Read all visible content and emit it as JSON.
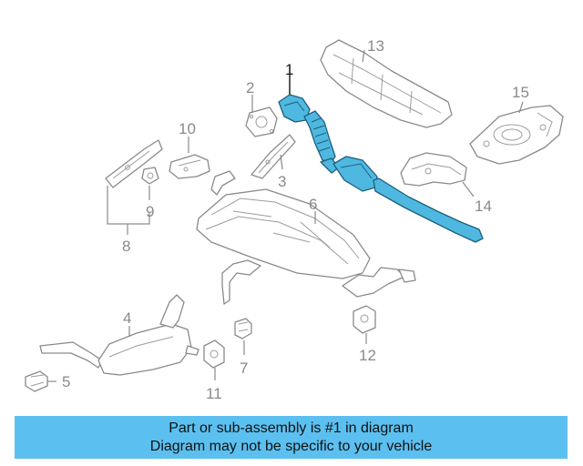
{
  "diagram": {
    "highlight_color": "#4fb8e0",
    "callouts": {
      "c1": "1",
      "c2": "2",
      "c3": "3",
      "c4": "4",
      "c5": "5",
      "c6": "6",
      "c7": "7",
      "c8": "8",
      "c9": "9",
      "c10": "10",
      "c11": "11",
      "c12": "12",
      "c13": "13",
      "c14": "14",
      "c15": "15"
    }
  },
  "banner": {
    "color": "#5bc0f0",
    "line1": "Part or sub-assembly is #1 in diagram",
    "line2": "Diagram may not be specific to your vehicle"
  }
}
